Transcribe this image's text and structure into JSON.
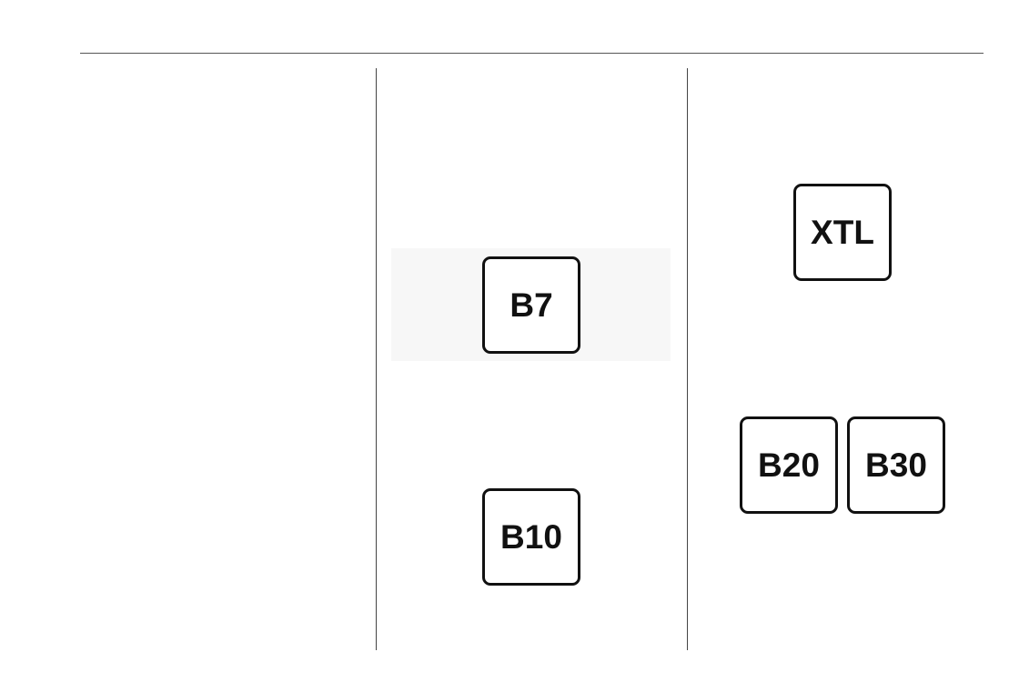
{
  "labels": {
    "b7": "B7",
    "b10": "B10",
    "xtl": "XTL",
    "b20": "B20",
    "b30": "B30"
  },
  "colors": {
    "border": "#111111",
    "text": "#111111",
    "rule": "#555555",
    "highlight": "#f7f7f7"
  }
}
